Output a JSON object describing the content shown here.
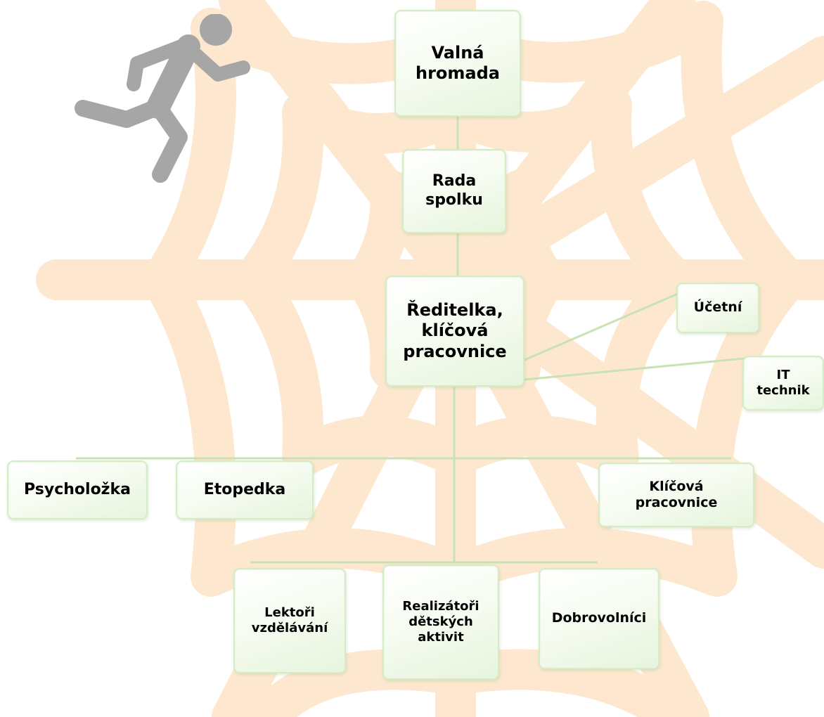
{
  "chart": {
    "nodes": {
      "valna_hromada": "Valná\nhromada",
      "rada_spolku": "Rada\nspolku",
      "reditelka": "Ředitelka,\nklíčová\npracovnice",
      "ucetni": "Účetní",
      "it_technik": "IT\ntechnik",
      "psycholozka": "Psycholožka",
      "etopedka": "Etopedka",
      "klicova_pracovnice": "Klíčová\npracovnice",
      "lektori": "Lektoři\nvzdělávání",
      "realizatori": "Realizátoři\ndětských\naktivit",
      "dobrovolnici": "Dobrovolníci"
    }
  },
  "colors": {
    "web": "#fde8cf",
    "runner_icon": "#a6a6a6",
    "box_border": "#d6ecc6",
    "connector": "#c8e2b4"
  },
  "icons": [
    "running-person-icon",
    "spider-web-background"
  ]
}
